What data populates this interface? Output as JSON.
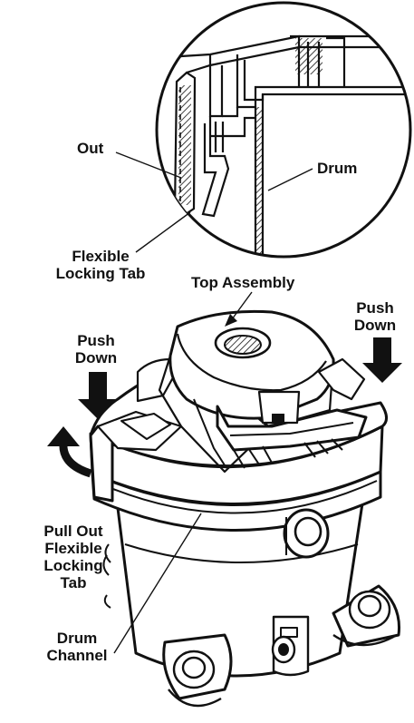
{
  "labels": {
    "out": "Out",
    "drum_top": "Drum",
    "flexible_locking_tab_1": "Flexible",
    "flexible_locking_tab_2": "Locking Tab",
    "top_assembly": "Top Assembly",
    "push_down_left_1": "Push",
    "push_down_left_2": "Down",
    "push_down_right_1": "Push",
    "push_down_right_2": "Down",
    "pull_out_1": "Pull Out",
    "pull_out_2": "Flexible",
    "pull_out_3": "Locking",
    "pull_out_4": "Tab",
    "drum_channel_1": "Drum",
    "drum_channel_2": "Channel"
  }
}
